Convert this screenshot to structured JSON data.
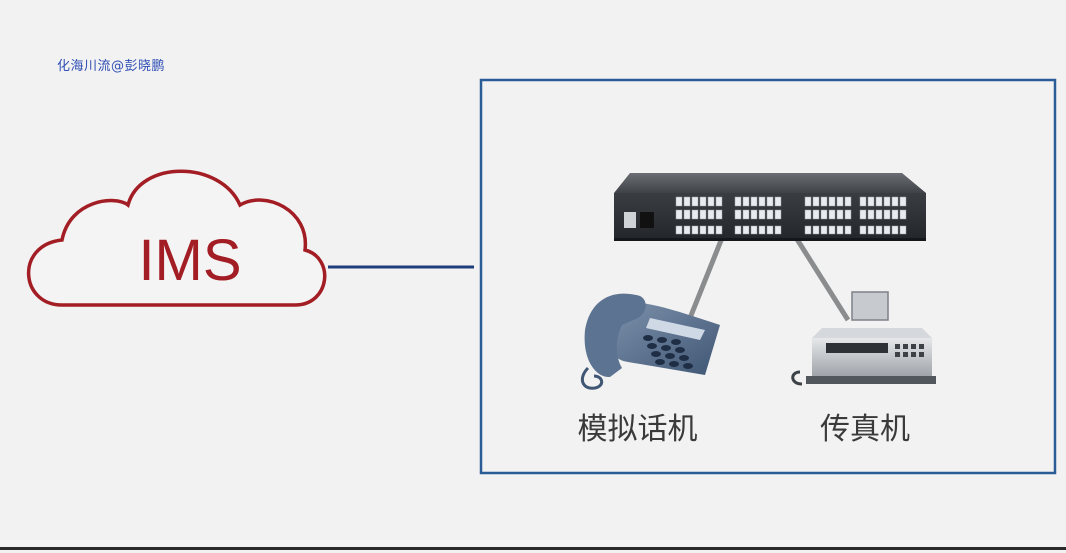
{
  "watermark": "化海川流@彭晓鹏",
  "cloud": {
    "label": "IMS",
    "color": "#a31d24"
  },
  "link_color": "#1f3d7a",
  "container_border_color": "#2a5d96",
  "devices": {
    "phone_label": "模拟话机",
    "fax_label": "传真机"
  }
}
